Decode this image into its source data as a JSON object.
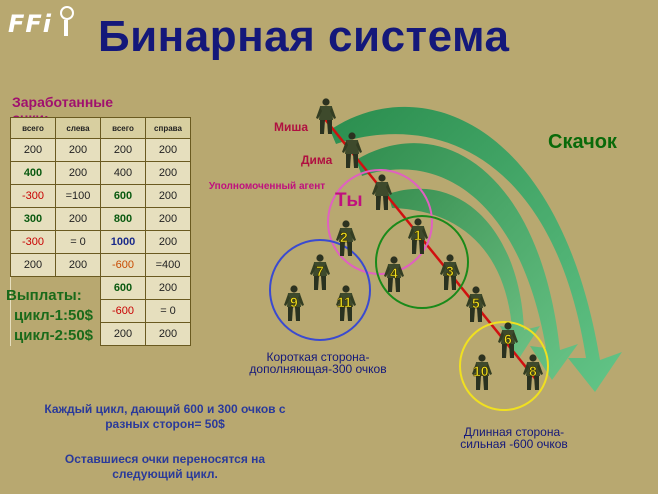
{
  "logo": "FFi",
  "title": "Бинарная система",
  "earned_label": "Заработанные очки:",
  "table": {
    "headers": [
      "всего",
      "слева",
      "всего",
      "справа"
    ],
    "rows": [
      [
        {
          "t": "200"
        },
        {
          "t": "200"
        },
        {
          "t": "200"
        },
        {
          "t": "200"
        }
      ],
      [
        {
          "t": "400",
          "c": "g"
        },
        {
          "t": "200"
        },
        {
          "t": "400"
        },
        {
          "t": "200"
        }
      ],
      [
        {
          "t": "-300",
          "c": "r"
        },
        {
          "t": "=100"
        },
        {
          "t": "600",
          "c": "g"
        },
        {
          "t": "200"
        }
      ],
      [
        {
          "t": "300",
          "c": "g"
        },
        {
          "t": "200"
        },
        {
          "t": "800",
          "c": "g"
        },
        {
          "t": "200"
        }
      ],
      [
        {
          "t": "-300",
          "c": "r"
        },
        {
          "t": "= 0"
        },
        {
          "t": "1000",
          "c": "b"
        },
        {
          "t": "200"
        }
      ],
      [
        {
          "t": "200"
        },
        {
          "t": "200"
        },
        {
          "t": "-600",
          "c": "o"
        },
        {
          "t": "=400"
        }
      ],
      [
        {
          "t": ""
        },
        {
          "t": ""
        },
        {
          "t": "600",
          "c": "g"
        },
        {
          "t": "200"
        }
      ],
      [
        {
          "t": ""
        },
        {
          "t": ""
        },
        {
          "t": "-600",
          "c": "r"
        },
        {
          "t": "= 0"
        }
      ],
      [
        {
          "t": ""
        },
        {
          "t": ""
        },
        {
          "t": "200"
        },
        {
          "t": "200"
        }
      ]
    ]
  },
  "payouts": {
    "heading": "Выплаты:",
    "cycle1": "цикл-1:50$",
    "cycle2": "цикл-2:50$"
  },
  "cycle_note": "Каждый цикл, дающий 600 и 300 очков с разных сторон= 50$",
  "carry_note": "Оставшиеся очки переносятся на следующий цикл.",
  "diagram": {
    "jump_label": "Скачок",
    "misha": "Миша",
    "dima": "Дима",
    "agent": "Уполномоченный агент",
    "you": "Ты",
    "short_side": "Короткая сторона-дополняющая-300 очков",
    "long_side": "Длинная сторона-сильная -600 очков",
    "nodes": [
      "1",
      "2",
      "3",
      "4",
      "5",
      "6",
      "7",
      "8",
      "9",
      "10",
      "11"
    ]
  },
  "colors": {
    "background": "#b8a870",
    "title": "#14187a",
    "accent_magenta": "#c0107e",
    "arrow_green": "#2ea66a",
    "circle_pink": "#e060c0",
    "circle_green": "#1a8a1a",
    "circle_blue": "#3a4ad0",
    "circle_yellow": "#f0e020",
    "red_line": "#d01010"
  }
}
